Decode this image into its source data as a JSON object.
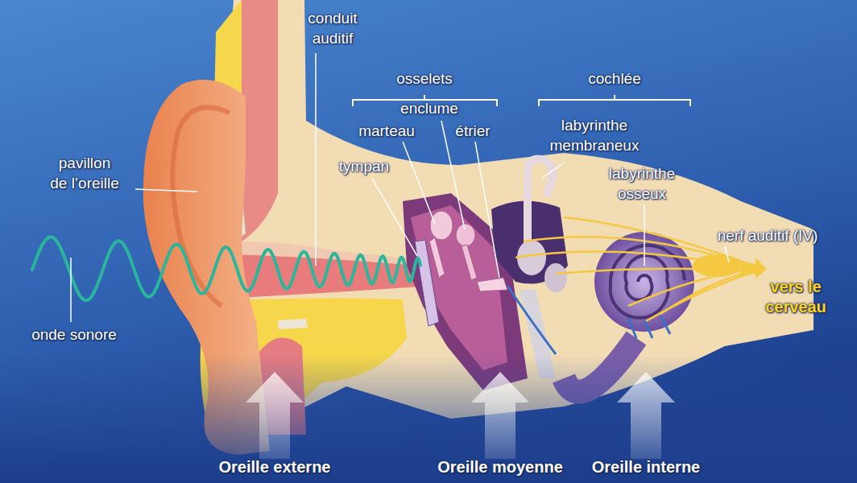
{
  "diagram": {
    "labels": [
      "conduit auditif",
      "osselets",
      "cochlée",
      "enclume",
      "marteau",
      "étrier",
      "labyrinthe membraneux",
      "pavillon de l’oreille",
      "tympan",
      "labyrinthe osseux",
      "nerf auditif (IV)",
      "vers le cerveau",
      "onde sonore",
      "Oreille externe",
      "Oreille moyenne",
      "Oreille interne"
    ]
  }
}
